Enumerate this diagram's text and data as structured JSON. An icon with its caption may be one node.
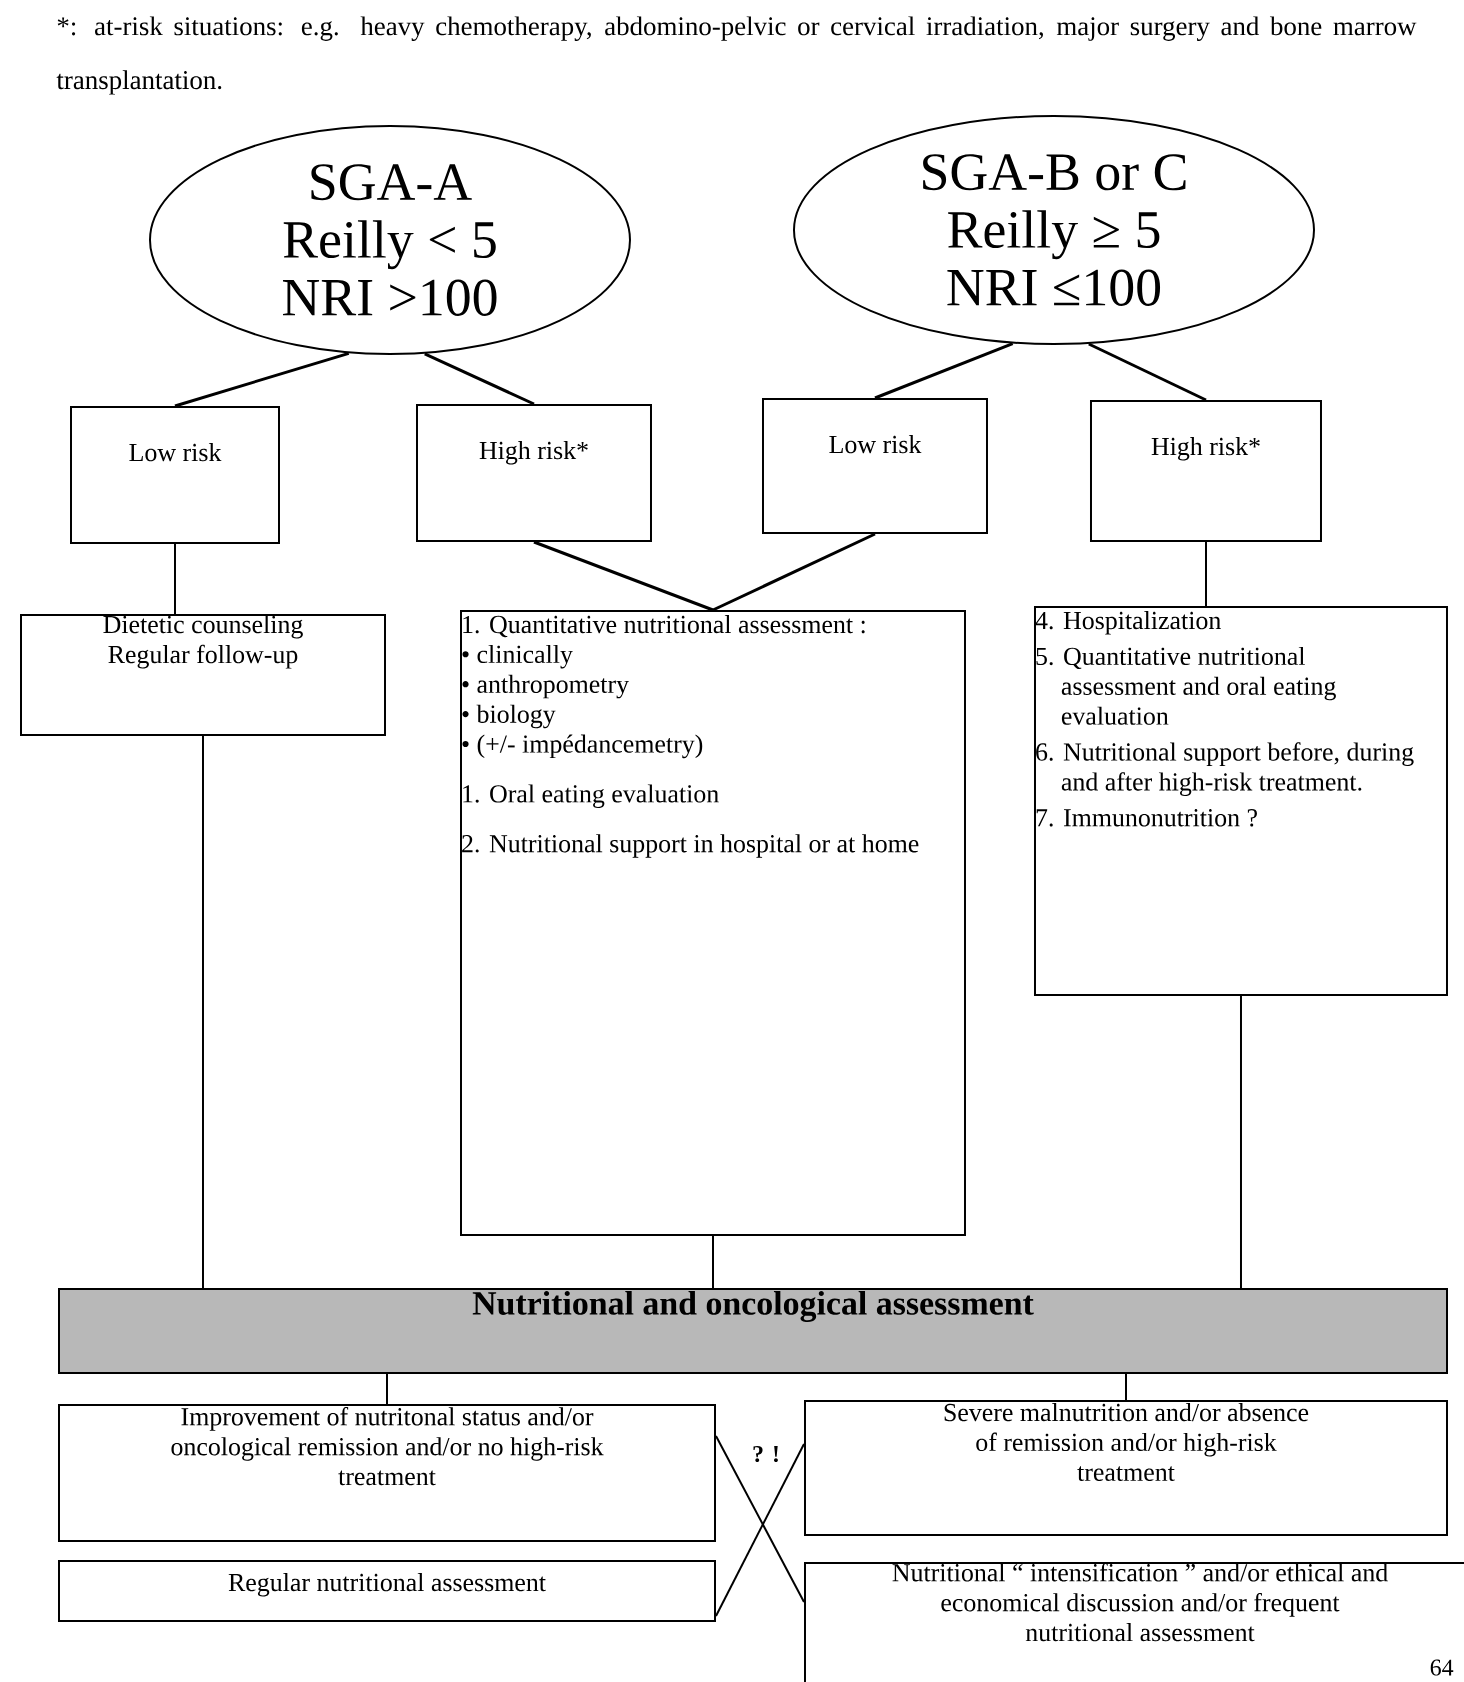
{
  "diagram": {
    "nodes": [
      {
        "text": [
          "SGA-A",
          "Reilly < 5",
          "NRI >100"
        ]
      },
      {
        "text": [
          "SGA-B or C",
          "Reilly ≥ 5",
          "NRI ≤100"
        ]
      },
      {
        "text": [
          "Low risk"
        ]
      },
      {
        "text": [
          "High risk*"
        ]
      },
      {
        "text": [
          "Low risk"
        ]
      },
      {
        "text": [
          "High risk*"
        ]
      },
      {
        "text": [
          "Dietetic counseling",
          "Regular follow-up"
        ]
      },
      {
        "text": [
          "1. Quantitative nutritional assessment :",
          "• clinically",
          "• anthropometry",
          "• biology",
          "• (+/- impédancemetry)",
          "1. Oral eating evaluation",
          "2. Nutritional support in hospital or at home"
        ]
      },
      {
        "text": [
          "4. Hospitalization",
          "5. Quantitative nutritional assessment and oral eating evaluation",
          "6. Nutritional support before, during and after high-risk treatment.",
          "7. Immunonutrition ?"
        ]
      },
      {
        "text": [
          "Nutritional and oncological assessment"
        ]
      },
      {
        "text": [
          "Improvement of nutritonal status and/or oncological remission and/or no high-risk treatment"
        ]
      },
      {
        "text": [
          "Severe malnutrition and/or absence of remission and/or high-risk treatment"
        ]
      },
      {
        "text": [
          "Regular nutritional assessment"
        ]
      },
      {
        "text": [
          "Nutritional “ intensification ” and/or ethical and economical discussion and/or frequent nutritional assessment"
        ]
      }
    ],
    "edges": [
      {
        "from": 0,
        "to": 2,
        "arrow": "none"
      },
      {
        "from": 0,
        "to": 3,
        "arrow": "none"
      },
      {
        "from": 1,
        "to": 4,
        "arrow": "none"
      },
      {
        "from": 1,
        "to": 5,
        "arrow": "none"
      },
      {
        "from": 2,
        "to": 6,
        "arrow": "none"
      },
      {
        "from": 3,
        "to": 7,
        "arrow": "none"
      },
      {
        "from": 4,
        "to": 7,
        "arrow": "none"
      },
      {
        "from": 5,
        "to": 8,
        "arrow": "none"
      },
      {
        "from": 6,
        "to": 9,
        "arrow": "none"
      },
      {
        "from": 7,
        "to": 9,
        "arrow": "none"
      },
      {
        "from": 8,
        "to": 9,
        "arrow": "none"
      },
      {
        "from": 9,
        "to": 10,
        "arrow": "none"
      },
      {
        "from": 9,
        "to": 11,
        "arrow": "none"
      },
      {
        "from": 10,
        "to": 13,
        "arrow": "none"
      },
      {
        "from": 12,
        "to": 11,
        "arrow": "none"
      }
    ],
    "labels": [
      "*: at-risk situations: e.g. heavy chemotherapy, abdomino-pelvic or cervical irradiation, major surgery and bone marrow transplantation.",
      "? !",
      "64"
    ]
  }
}
